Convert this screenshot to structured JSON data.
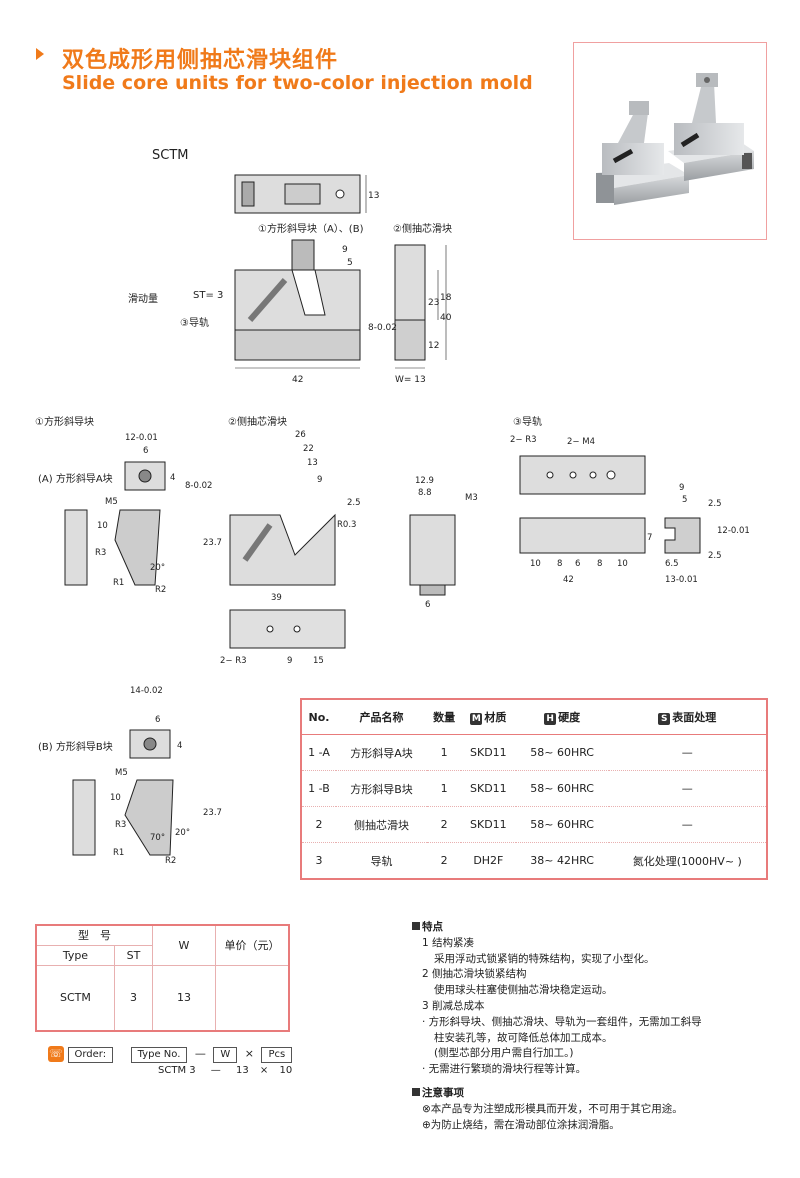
{
  "header": {
    "title_cn": "双色成形用侧抽芯滑块组件",
    "title_en": "Slide core units for two-color injection mold"
  },
  "model": "SCTM",
  "assembly": {
    "part1": "①方形斜导块（A）、(B)",
    "part2": "②侧抽芯滑块",
    "slide_label": "滑动量",
    "st": "ST= 3",
    "part3": "③导轨",
    "dim_42": "42",
    "dim_w": "W= 13",
    "dim_13": "13",
    "dim_9": "9",
    "dim_5": "5",
    "dim_23": "23",
    "dim_18": "18",
    "dim_40": "40",
    "dim_12": "12",
    "tol_8": "8-0.02"
  },
  "part1": {
    "heading": "①方形斜导块",
    "a_label": "(A) 方形斜导A块",
    "b_label": "(B) 方形斜导B块",
    "d12": "12-0.01",
    "d6": "6",
    "d14": "14-0.02",
    "d4": "4",
    "d8": "8-0.02",
    "m5": "M5",
    "r3": "R3",
    "r1": "R1",
    "r2": "R2",
    "d10": "10",
    "d237": "23.7",
    "a20": "20°",
    "a70": "70°"
  },
  "part2": {
    "heading": "②侧抽芯滑块",
    "d26": "26",
    "d22": "22",
    "d13": "13",
    "d9": "9",
    "d25": "2.5",
    "r03": "R0.3",
    "d39": "39",
    "d129": "12.9",
    "d88": "8.8",
    "m3": "M3",
    "d6": "6",
    "d15": "15",
    "r3": "2− R3",
    "d9b": "9"
  },
  "part3": {
    "heading": "③导轨",
    "r3": "2− R3",
    "m4": "2− M4",
    "d10": "10",
    "d8": "8",
    "d6": "6",
    "d42": "42",
    "d9": "9",
    "d5": "5",
    "d65": "6.5",
    "d13": "13-0.01",
    "d7": "7",
    "d25": "2.5",
    "d12": "12-0.01"
  },
  "spec_table": {
    "headers": [
      "No.",
      "产品名称",
      "数量",
      "材质",
      "硬度",
      "表面处理"
    ],
    "header_marks": [
      "M",
      "H",
      "S"
    ],
    "rows": [
      [
        "1 -A",
        "方形斜导A块",
        "1",
        "SKD11",
        "58~ 60HRC",
        "—"
      ],
      [
        "1 -B",
        "方形斜导B块",
        "1",
        "SKD11",
        "58~ 60HRC",
        "—"
      ],
      [
        "2",
        "侧抽芯滑块",
        "2",
        "SKD11",
        "58~ 60HRC",
        "—"
      ],
      [
        "3",
        "导轨",
        "2",
        "DH2F",
        "38~ 42HRC",
        "氮化处理(1000HV~ )"
      ]
    ]
  },
  "price_table": {
    "h_model": "型　号",
    "h_type": "Type",
    "h_st": "ST",
    "h_w": "W",
    "h_price": "单价（元）",
    "type": "SCTM",
    "st": "3",
    "w": "13",
    "price": ""
  },
  "order": {
    "label": "Order:",
    "type_no": "Type No.",
    "w": "W",
    "pcs": "Pcs",
    "example_type": "SCTM 3",
    "example_w": "13",
    "example_pcs": "10"
  },
  "features": {
    "heading": "特点",
    "items": [
      "1  结构紧凑",
      "采用浮动式锁紧销的特殊结构，实现了小型化。",
      "2  侧抽芯滑块锁紧结构",
      "使用球头柱塞使侧抽芯滑块稳定运动。",
      "3  削减总成本",
      "· 方形斜导块、侧抽芯滑块、导轨为一套组件，无需加工斜导",
      "柱安装孔等，故可降低总体加工成本。",
      "(侧型芯部分用户需自行加工。)",
      "· 无需进行繁琐的滑块行程等计算。"
    ],
    "notes_heading": "注意事项",
    "notes": [
      "⊗本产品专为注塑成形模具而开发，不可用于其它用途。",
      "⊕为防止烧结，需在滑动部位涂抹润滑脂。"
    ]
  }
}
